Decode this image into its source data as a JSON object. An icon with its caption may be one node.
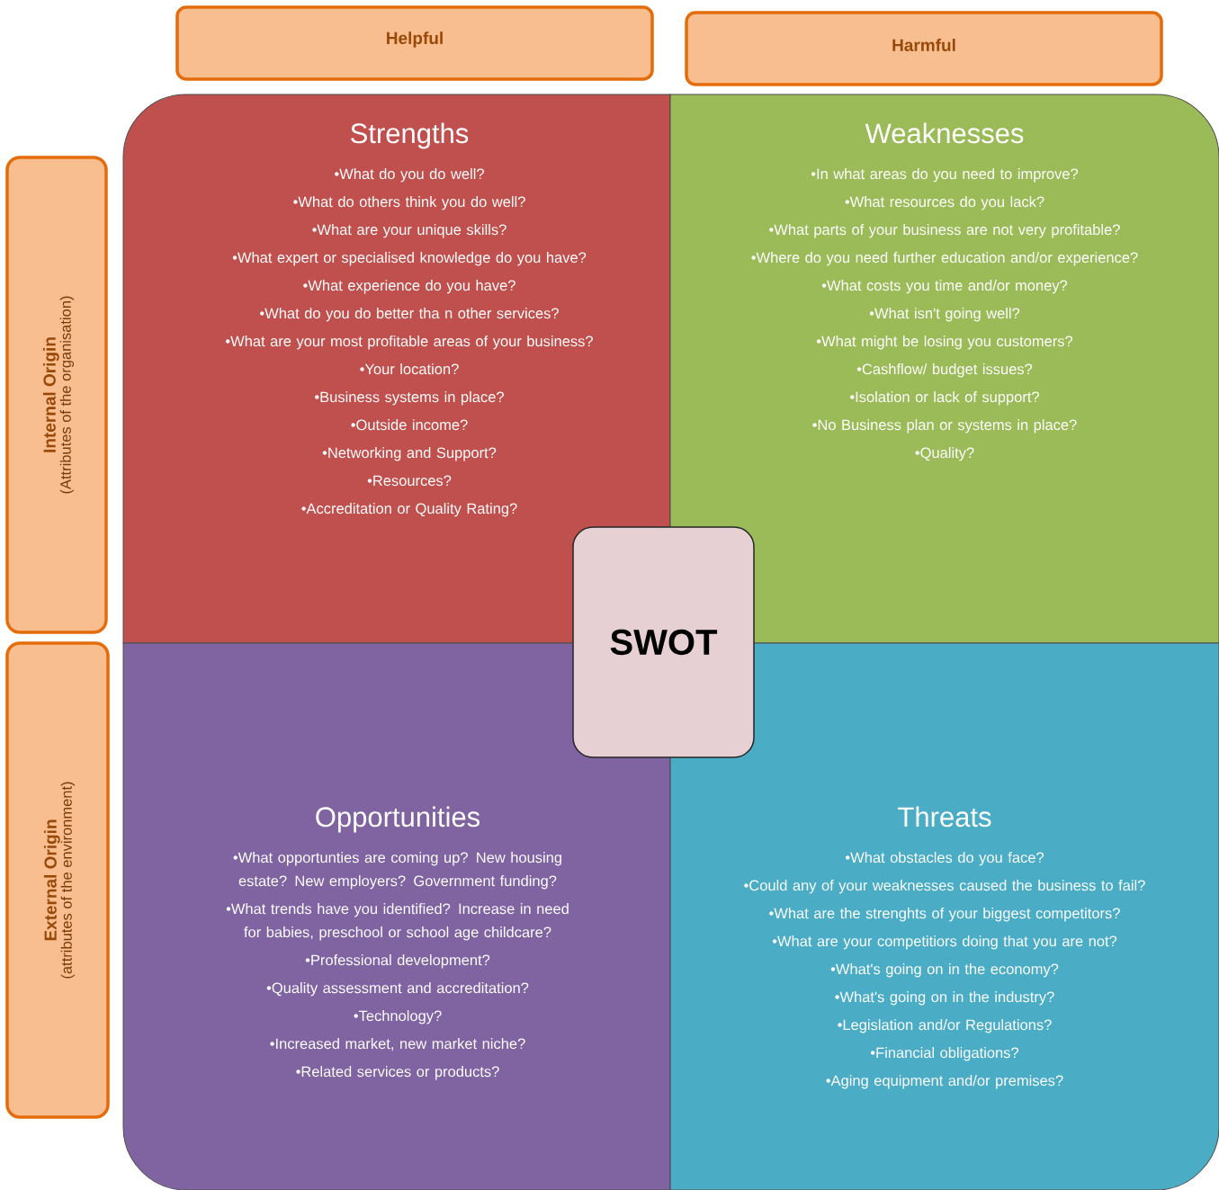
{
  "diagram": {
    "nodes": [
      {
        "text": [
          "Helpful"
        ]
      },
      {
        "text": [
          "Harmful"
        ]
      },
      {
        "text": [
          "Internal Origin",
          "(Attributes of the organisation)"
        ]
      },
      {
        "text": [
          "External Origin",
          "(attributes of the environment)"
        ]
      },
      {
        "text": [
          "Strengths",
          "•What do you do well?",
          "•What do others think you do well?",
          "•What are your unique skills?",
          "•What expert or specialised knowledge do you have?",
          "•What experience do you have?",
          "•What do you do better tha n other services?",
          "•What are your most profitable areas of your business?",
          "•Your location?",
          "•Business systems in place?",
          "•Outside income?",
          "•Networking and Support?",
          "•Resources?",
          "•Accreditation or Quality Rating?"
        ]
      },
      {
        "text": [
          "Weaknesses",
          "•In what areas do you need to improve?",
          "•What resources do you lack?",
          "•What parts of your business are not very profitable?",
          "•Where do you need further education and/or experience?",
          "•What costs you time and/or money?",
          "•What isn't going well?",
          "•What might be losing you customers?",
          "•Cashflow/ budget issues?",
          "•Isolation or lack of support?",
          "•No Business plan or systems in place?",
          "•Quality?"
        ]
      },
      {
        "text": [
          "Opportunities",
          "•What opportunties are coming up?  New housing estate? New employers? Government funding?",
          "•What trends have you identified? Increase in need for babies, preschool or school age childcare?",
          "•Professional development?",
          "•Quality assessment and accreditation?",
          "•Technology?",
          "•Increased market, new market niche?",
          "•Related services or products?"
        ]
      },
      {
        "text": [
          "Threats",
          "•What obstacles  do you face?",
          "•Could any of your weaknesses caused the business to fail?",
          "•What are the strenghts of your biggest competitors?",
          "•What are your competitiors doing that you are not?",
          "•What's going on in the economy?",
          "•What's going on in the industry?",
          "•Legislation and/or Regulations?",
          "•Financial obligations?",
          "•Aging equipment and/or premises?"
        ]
      },
      {
        "text": [
          "SWOT"
        ]
      }
    ],
    "edges": []
  }
}
